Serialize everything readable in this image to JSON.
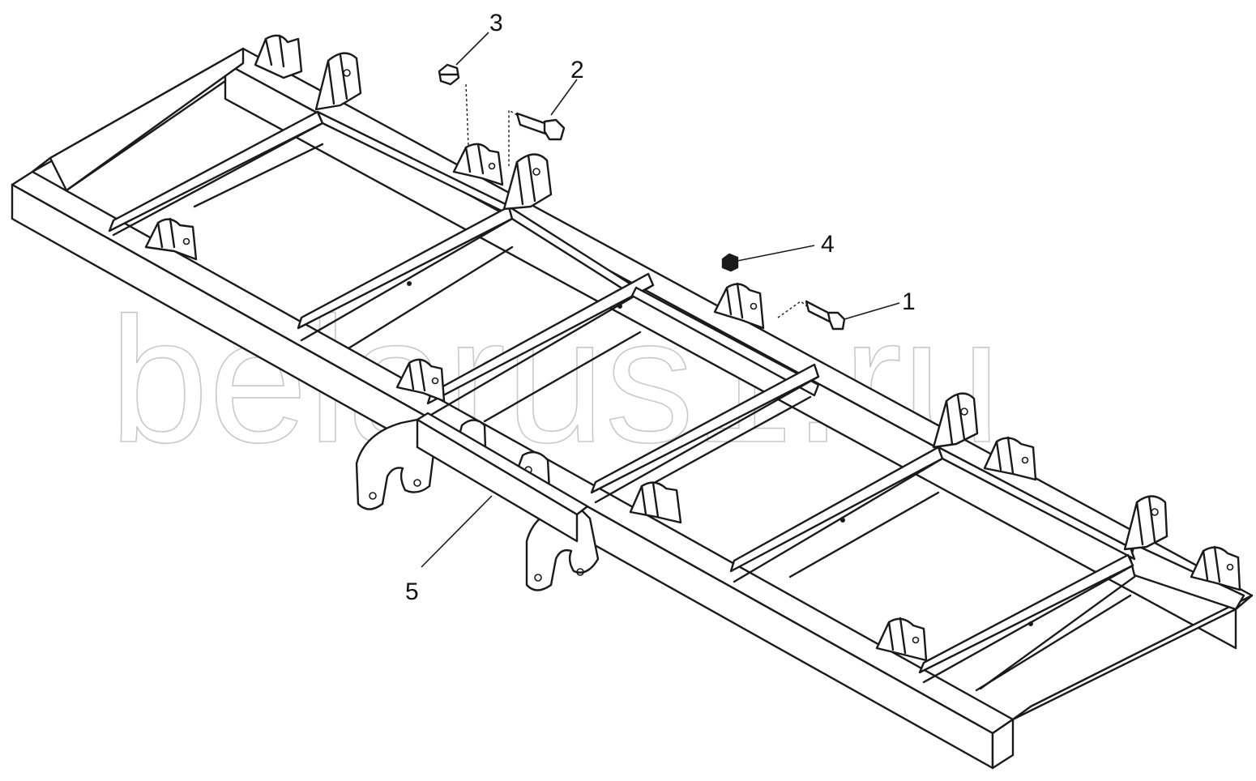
{
  "watermark": "belarus1.ru",
  "callouts": [
    {
      "id": "1",
      "label": "1"
    },
    {
      "id": "2",
      "label": "2"
    },
    {
      "id": "3",
      "label": "3"
    },
    {
      "id": "4",
      "label": "4"
    },
    {
      "id": "5",
      "label": "5"
    }
  ],
  "colors": {
    "line": "#1a1a1a",
    "background": "#ffffff",
    "watermark": "#c8c8c8"
  }
}
